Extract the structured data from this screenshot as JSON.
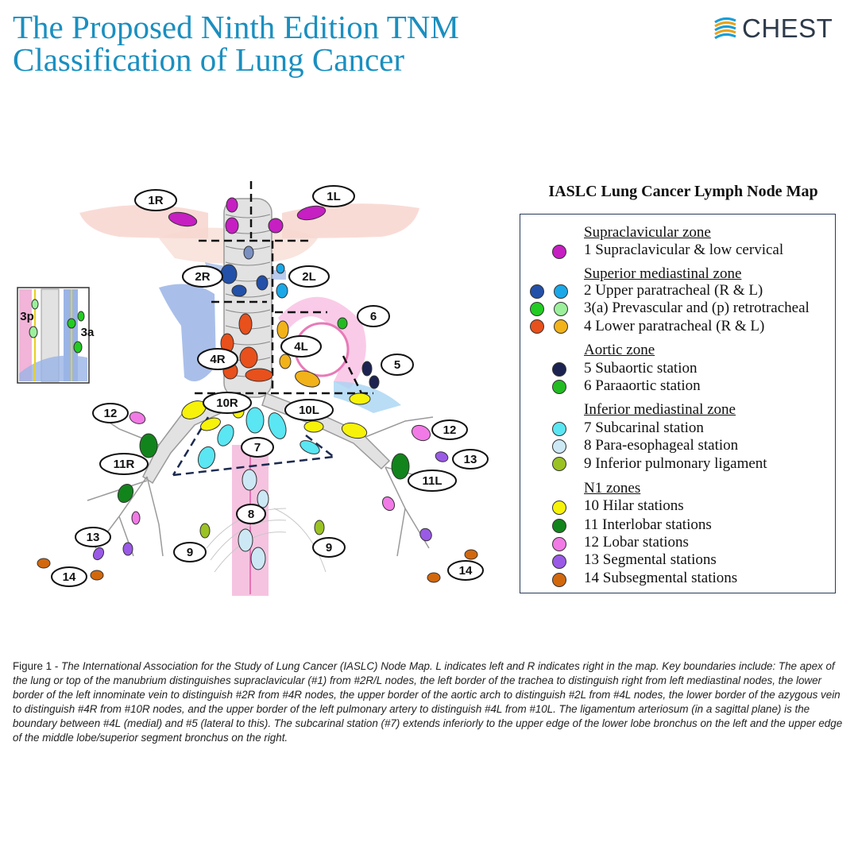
{
  "header": {
    "title_line1": "The Proposed Ninth Edition TNM",
    "title_line2": "Classification of Lung Cancer",
    "logo_text": "CHEST"
  },
  "diagram": {
    "labels": {
      "n1R": "1R",
      "n1L": "1L",
      "n2R": "2R",
      "n2L": "2L",
      "n3p": "3p",
      "n3a": "3a",
      "n4R": "4R",
      "n4L": "4L",
      "n5": "5",
      "n6": "6",
      "n7": "7",
      "n8": "8",
      "n9a": "9",
      "n9b": "9",
      "n10R": "10R",
      "n10L": "10L",
      "n11R": "11R",
      "n11L": "11L",
      "n12a": "12",
      "n12b": "12",
      "n13a": "13",
      "n13b": "13",
      "n14a": "14",
      "n14b": "14"
    }
  },
  "legend": {
    "title": "IASLC Lung Cancer Lymph Node Map",
    "zones": {
      "supraclavicular": "Supraclavicular zone",
      "superior": "Superior mediastinal zone",
      "aortic": "Aortic zone",
      "inferior": "Inferior mediastinal zone",
      "n1": "N1 zones"
    },
    "items": {
      "s1": "1 Supraclavicular & low cervical",
      "s2": "2 Upper paratracheal (R & L)",
      "s3": "3(a) Prevascular and (p) retrotracheal",
      "s4": "4 Lower paratracheal (R & L)",
      "s5": "5 Subaortic station",
      "s6": "6 Paraaortic station",
      "s7": "7 Subcarinal station",
      "s8": "8 Para-esophageal station",
      "s9": "9 Inferior pulmonary ligament",
      "s10": "10 Hilar stations",
      "s11": "11 Interlobar stations",
      "s12": "12 Lobar stations",
      "s13": "13 Segmental stations",
      "s14": "14 Subsegmental stations"
    },
    "colors": {
      "s1": "#c61fc2",
      "s2R": "#2350a8",
      "s2L": "#1aa8e8",
      "s3a": "#22cc22",
      "s3p": "#9cf09c",
      "s4R": "#e8501c",
      "s4L": "#f2b21a",
      "s5": "#1c2350",
      "s6": "#22bb22",
      "s7": "#5ae6f2",
      "s8": "#cde8f5",
      "s9": "#9ac224",
      "s10": "#f7f20a",
      "s11": "#12841c",
      "s12": "#f27ae6",
      "s13": "#9a5ae6",
      "s14": "#d2680e"
    }
  },
  "caption": {
    "label": "Figure 1 - ",
    "text": "The International Association for the Study of Lung Cancer (IASLC) Node Map. L indicates left and R indicates right in the map. Key boundaries include: The apex of the lung or top of the manubrium distinguishes supraclavicular (#1) from #2R/L nodes, the left border of the trachea to distinguish right from left mediastinal nodes, the lower border of the left innominate vein to distinguish #2R from #4R nodes, the upper border of the aortic arch to distinguish #2L from #4L nodes, the lower border of the azygous vein to distinguish #4R from #10R nodes, and the upper border of the left pulmonary artery to distinguish #4L from #10L. The ligamentum arteriosum (in a sagittal plane) is the boundary between #4L (medial) and #5 (lateral to this). The subcarinal station (#7) extends inferiorly to the upper edge of the lower lobe bronchus on the left and the upper edge of the middle lobe/superior segment bronchus on the right."
  }
}
